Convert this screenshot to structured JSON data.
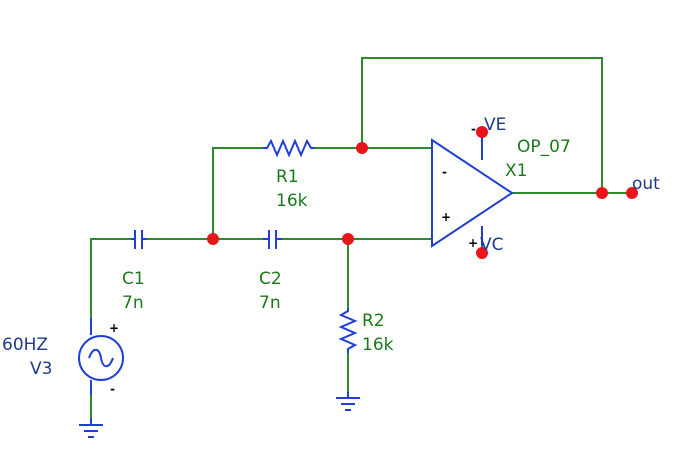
{
  "colors": {
    "wire": "#2f8a2f",
    "component": "#1f3fd6",
    "node": "#e8151b",
    "label": "#1a7a1a",
    "label_dark": "#1e3a8a"
  },
  "components": {
    "c1": {
      "ref": "C1",
      "value": "7n"
    },
    "c2": {
      "ref": "C2",
      "value": "7n"
    },
    "r1": {
      "ref": "R1",
      "value": "16k"
    },
    "r2": {
      "ref": "R2",
      "value": "16k"
    },
    "v3": {
      "ref": "V3",
      "value": "60HZ",
      "plus": "+",
      "minus": "-"
    },
    "x1": {
      "ref": "X1",
      "model": "OP_07",
      "in_minus": "-",
      "in_plus": "+",
      "supply_pos": "VE",
      "supply_neg": "VC",
      "neg_pin_sign": "+",
      "pos_pin_sign": "-"
    }
  },
  "nets": {
    "output": "out"
  },
  "icons": [
    "ground-icon",
    "ac-source-icon",
    "resistor-icon",
    "capacitor-icon",
    "opamp-icon"
  ]
}
